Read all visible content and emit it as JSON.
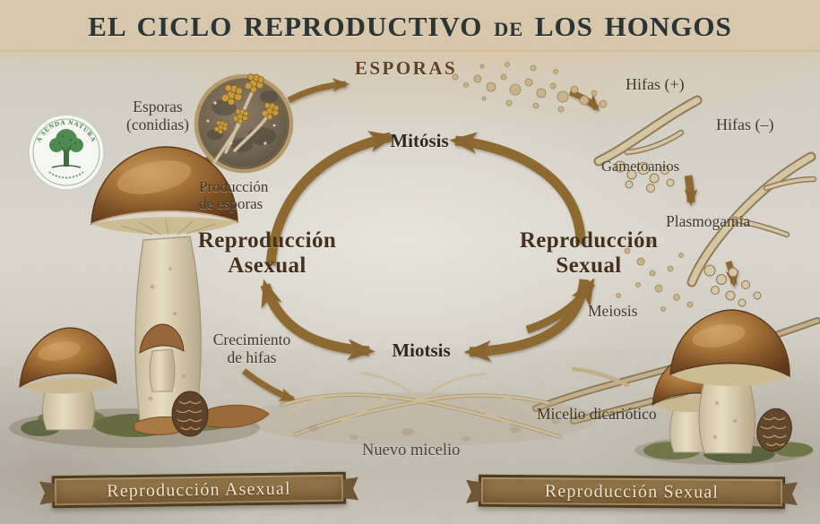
{
  "title": {
    "part1": "EL CICLO REPRODUCTIVO",
    "de": "DE",
    "part2": "LOS HONGOS"
  },
  "logo": {
    "name": "LA SENDA NATURAL"
  },
  "labels": {
    "esporas": "ESPORAS",
    "esporas_conidias": "Esporas\n(conidias)",
    "produccion_esporas": "Producción\nde esporas",
    "reproduccion_asexual": "Reproducción\nAsexual",
    "mitosis": "Mitósis",
    "hifas_pos": "Hifas (+)",
    "hifas_neg": "Hifas (–)",
    "gametoanios": "Gametoanios",
    "plasmogamia": "Plasmogamia",
    "reproduccion_sexual": "Reproducción\nSexual",
    "meiosis": "Meiosis",
    "miotsis": "Miotsis",
    "crecimiento_hifas": "Crecimiento\nde hifas",
    "nuevo_micelio": "Nuevo micelio",
    "micelio_dicariotico": "Micelio dicariótico"
  },
  "banners": {
    "left": "Reproducción Asexual",
    "right": "Reproducción Sexual"
  },
  "colors": {
    "arrow": "#8d6a33",
    "title_text": "#2e3433",
    "label_brown": "#45301d",
    "banner_bg": "#8a6d43",
    "banner_text": "#f0e5cc",
    "logo_green": "#3e7a46",
    "cap_brown": "#8a5a2c",
    "stem_cream": "#ddd2b8"
  }
}
